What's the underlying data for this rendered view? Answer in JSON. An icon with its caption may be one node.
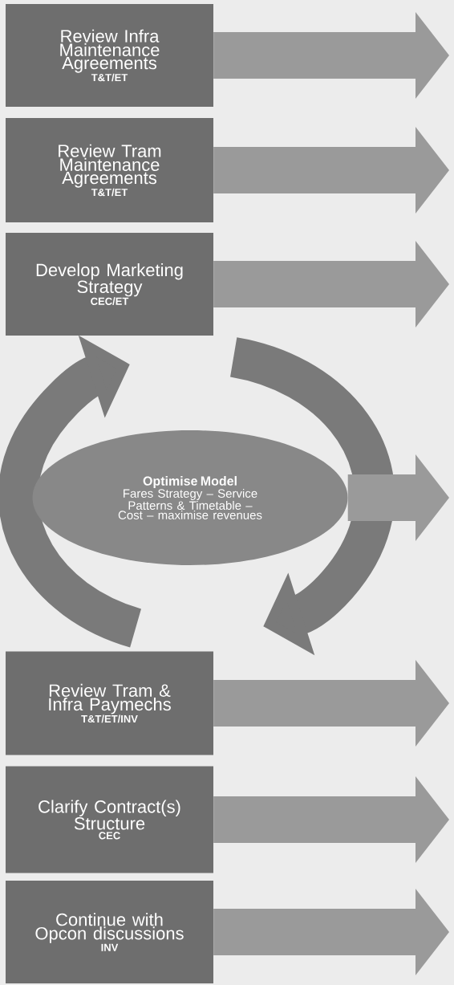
{
  "diagram": {
    "nodes": [
      {
        "text": [
          "Review Infra Maintenance Agreements",
          "T&T/ET"
        ]
      },
      {
        "text": [
          "Review Tram Maintenance Agreements",
          "T&T/ET"
        ]
      },
      {
        "text": [
          "Develop Marketing Strategy",
          "CEC/ET"
        ]
      },
      {
        "text": [
          "Optimise Model",
          "Fares Strategy – Service Patterns & Timetable – Cost – maximise revenues"
        ]
      },
      {
        "text": [
          "Review Tram & Infra Paymechs",
          "T&T/ET/INV"
        ]
      },
      {
        "text": [
          "Clarify Contract(s) Structure",
          "CEC"
        ]
      },
      {
        "text": [
          "Continue with Opcon discussions",
          "INV"
        ]
      }
    ],
    "edges": [
      {
        "from": 0,
        "to": null,
        "arrow": "to"
      },
      {
        "from": 1,
        "to": null,
        "arrow": "to"
      },
      {
        "from": 2,
        "to": null,
        "arrow": "to"
      },
      {
        "from": 3,
        "to": null,
        "arrow": "to"
      },
      {
        "from": 4,
        "to": null,
        "arrow": "to"
      },
      {
        "from": 5,
        "to": null,
        "arrow": "to"
      },
      {
        "from": 6,
        "to": null,
        "arrow": "to"
      }
    ]
  }
}
